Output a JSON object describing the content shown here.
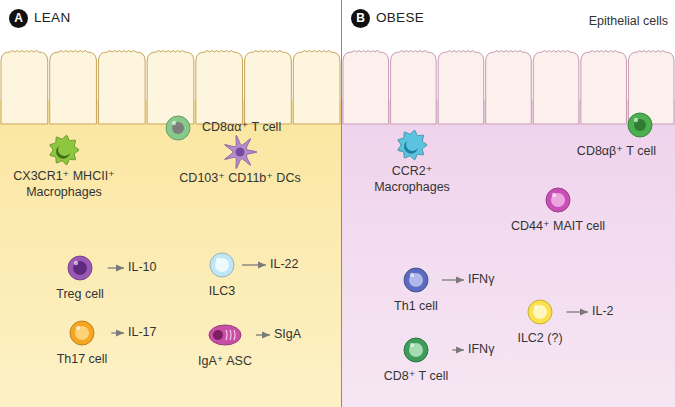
{
  "diagram": {
    "nodes": [
      {
        "text": [
          "A",
          "LEAN"
        ]
      },
      {
        "text": [
          "CD8αα⁺ T cell"
        ],
        "in": 0
      },
      {
        "text": [
          "CX3CR1⁺ MHCII⁺ Macrophages"
        ],
        "in": 0
      },
      {
        "text": [
          "CD103⁺ CD11b⁺ DCs"
        ],
        "in": 0
      },
      {
        "text": [
          "Treg cell"
        ],
        "in": 0
      },
      {
        "text": [
          "IL-10"
        ],
        "in": 0
      },
      {
        "text": [
          "ILC3"
        ],
        "in": 0
      },
      {
        "text": [
          "IL-22"
        ],
        "in": 0
      },
      {
        "text": [
          "Th17 cell"
        ],
        "in": 0
      },
      {
        "text": [
          "IL-17"
        ],
        "in": 0
      },
      {
        "text": [
          "IgA⁺ ASC"
        ],
        "in": 0
      },
      {
        "text": [
          "SIgA"
        ],
        "in": 0
      },
      {
        "text": [
          "B",
          "OBESE"
        ]
      },
      {
        "text": [
          "CD8αβ⁺ T cell"
        ],
        "in": 12
      },
      {
        "text": [
          "CCR2⁺ Macrophages"
        ],
        "in": 12
      },
      {
        "text": [
          "CD44⁺ MAIT cell"
        ],
        "in": 12
      },
      {
        "text": [
          "Th1 cell"
        ],
        "in": 12
      },
      {
        "text": [
          "IFNγ"
        ],
        "in": 12
      },
      {
        "text": [
          "ILC2 (?)"
        ],
        "in": 12
      },
      {
        "text": [
          "IL-2"
        ],
        "in": 12
      },
      {
        "text": [
          "CD8⁺ T cell"
        ],
        "in": 12
      },
      {
        "text": [
          "IFNγ"
        ],
        "in": 12
      }
    ],
    "edges": [
      {
        "from": 4,
        "to": 5,
        "arrow": "to"
      },
      {
        "from": 6,
        "to": 7,
        "arrow": "to"
      },
      {
        "from": 8,
        "to": 9,
        "arrow": "to"
      },
      {
        "from": 10,
        "to": 11,
        "arrow": "to"
      },
      {
        "from": 16,
        "to": 17,
        "arrow": "to"
      },
      {
        "from": 18,
        "to": 19,
        "arrow": "to"
      },
      {
        "from": 20,
        "to": 21,
        "arrow": "to"
      }
    ],
    "labels": [
      "Epithelial cells"
    ]
  }
}
